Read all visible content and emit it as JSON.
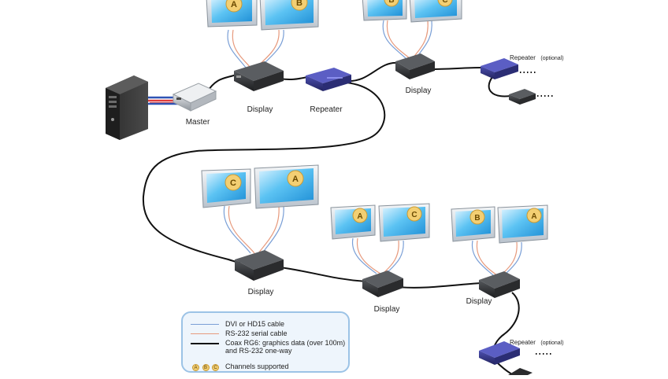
{
  "labels": {
    "master": "Master",
    "display": "Display",
    "repeater": "Repeater",
    "repeater_optional_main": "Repeater",
    "repeater_optional_suffix": "(optional)"
  },
  "monitor_channels": {
    "top_left_1": "A",
    "top_left_2": "B",
    "top_right_1": "B",
    "top_right_2": "C",
    "mid_1": "C",
    "mid_2": "A",
    "row2_1": "A",
    "row2_2": "C",
    "row3_1": "B",
    "row3_2": "A"
  },
  "legend": {
    "dvi": "DVI or HD15 cable",
    "rs232": "RS-232 serial cable",
    "coax_line1": "Coax RG6: graphics data (over 100m)",
    "coax_line2": "and RS-232 one-way",
    "chip_a": "A",
    "chip_b": "B",
    "chip_c": "C",
    "channels": "Channels supported"
  },
  "colors": {
    "dvi_cable": "#7a9fd6",
    "rs232_cable": "#e79a7d",
    "coax_cable": "#111111",
    "repeater_body": "#3b3d8f",
    "chip_fill": "#f3cf73"
  }
}
